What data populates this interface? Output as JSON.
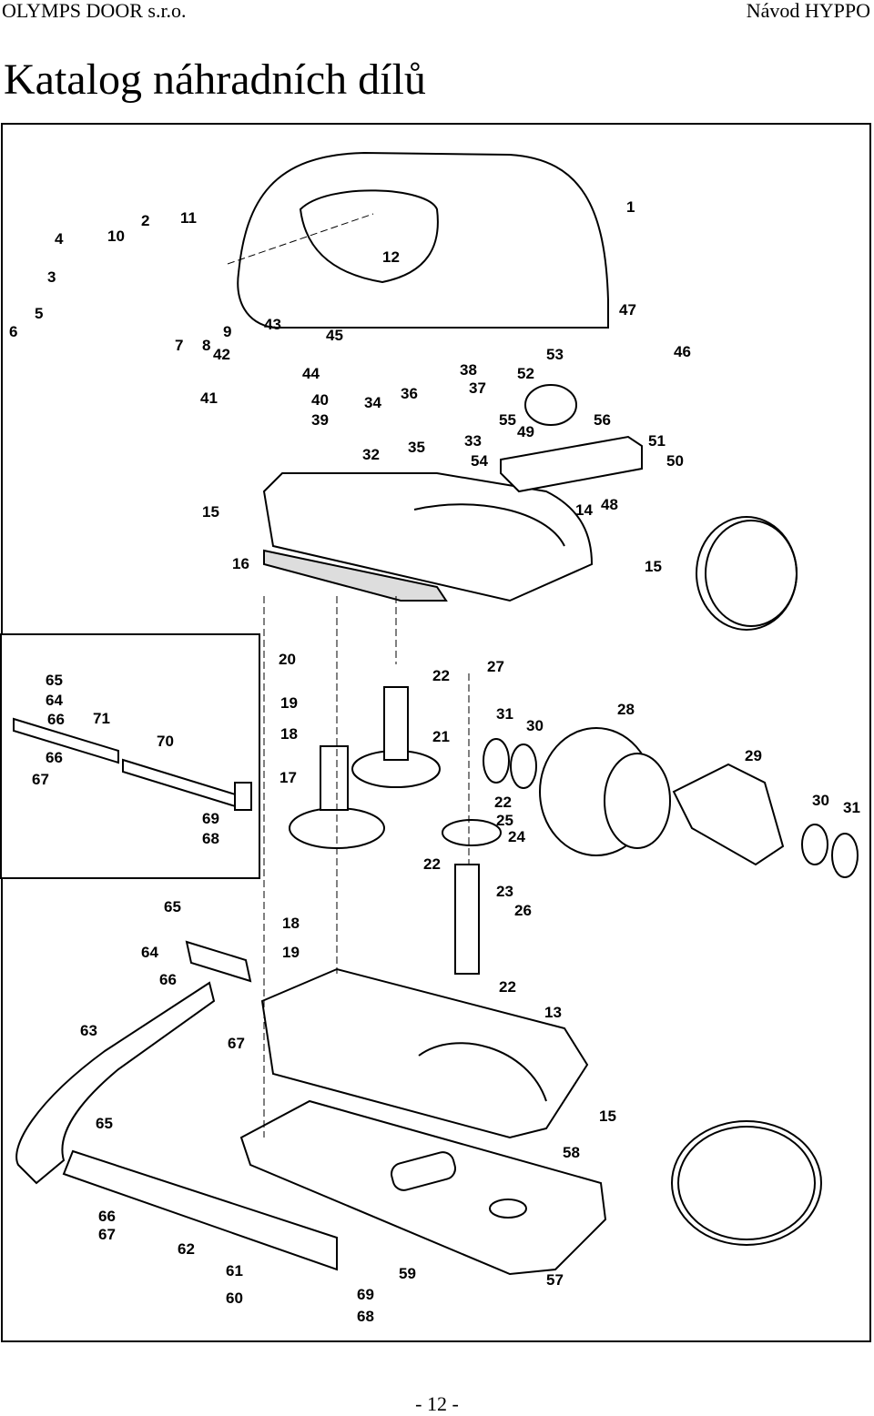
{
  "header": {
    "company": "OLYMPS DOOR s.r.o.",
    "manual": "Návod HYPPO"
  },
  "title": "Katalog náhradních dílů",
  "diagram": {
    "part_labels": [
      "1",
      "2",
      "3",
      "4",
      "5",
      "6",
      "7",
      "8",
      "9",
      "10",
      "11",
      "12",
      "13",
      "14",
      "15",
      "15",
      "15",
      "16",
      "17",
      "18",
      "18",
      "19",
      "19",
      "20",
      "21",
      "22",
      "22",
      "22",
      "22",
      "23",
      "24",
      "25",
      "26",
      "27",
      "28",
      "29",
      "30",
      "30",
      "31",
      "31",
      "32",
      "33",
      "34",
      "35",
      "36",
      "37",
      "38",
      "39",
      "40",
      "41",
      "42",
      "43",
      "44",
      "45",
      "46",
      "47",
      "48",
      "49",
      "50",
      "51",
      "52",
      "53",
      "54",
      "55",
      "56",
      "57",
      "58",
      "59",
      "60",
      "61",
      "62",
      "63",
      "64",
      "64",
      "65",
      "65",
      "65",
      "66",
      "66",
      "66",
      "66",
      "67",
      "67",
      "67",
      "68",
      "68",
      "69",
      "69",
      "70",
      "71"
    ]
  },
  "footer": {
    "page": "- 12 -"
  }
}
